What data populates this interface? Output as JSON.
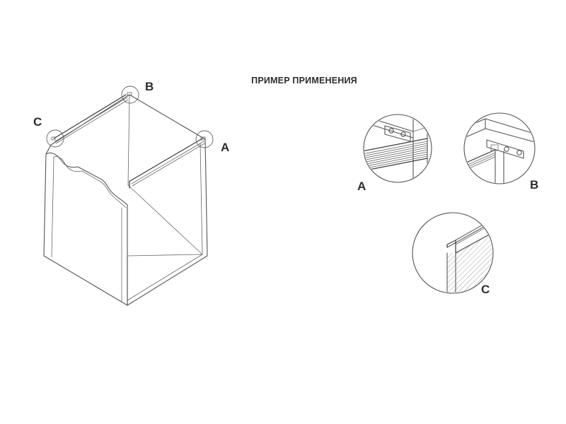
{
  "caption": "ПРИМЕР ПРИМЕНЕНИЯ",
  "labels": {
    "cabinet_c": "C",
    "cabinet_b": "B",
    "cabinet_a": "A",
    "detail_a": "A",
    "detail_b": "B",
    "detail_c": "C"
  },
  "colors": {
    "line": "#555555",
    "text": "#2c2c2c",
    "background": "#ffffff"
  }
}
